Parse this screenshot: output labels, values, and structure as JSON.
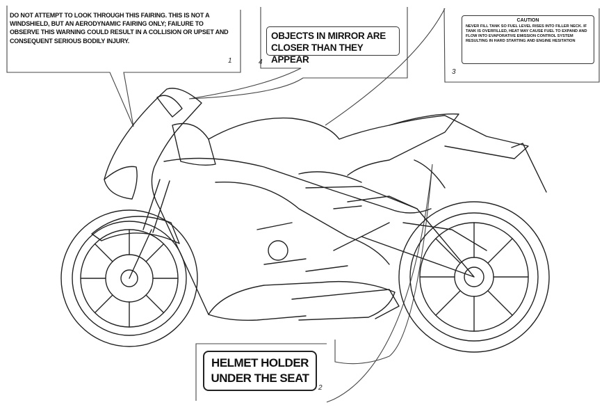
{
  "decals": {
    "d1": {
      "text": "DO NOT ATTEMPT TO LOOK THROUGH THIS FAIRING. THIS IS NOT A WINDSHIELD, BUT AN AERODYNAMIC FAIRING ONLY; FAILURE TO OBSERVE THIS WARNING COULD RESULT IN A COLLISION OR UPSET AND CONSEQUENT SERIOUS BODILY INJURY.",
      "callout": "1"
    },
    "d2": {
      "line1": "OBJECTS IN MIRROR ARE",
      "line2": "CLOSER THAN THEY APPEAR",
      "callout": "4"
    },
    "d3": {
      "caption": "CAUTION",
      "text": "NEVER FILL TANK SO FUEL LEVEL RISES INTO FILLER NECK. IF TANK IS OVERFILLED, HEAT MAY CAUSE FUEL TO EXPAND AND FLOW INTO EVAPORATIVE EMISSION CONTROL SYSTEM RESULTING IN HARD STARTING AND ENGINE HESITATION",
      "callout": "3"
    },
    "d4": {
      "line1": "HELMET HOLDER",
      "line2": "UNDER THE SEAT",
      "callout": "2"
    }
  }
}
